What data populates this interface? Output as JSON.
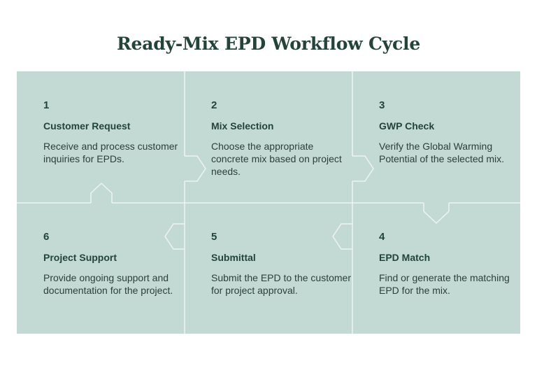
{
  "title": "Ready-Mix EPD Workflow Cycle",
  "steps": [
    {
      "number": "1",
      "name": "Customer Request",
      "description": "Receive and process customer inquiries for EPDs."
    },
    {
      "number": "2",
      "name": "Mix Selection",
      "description": "Choose the appropriate concrete mix based on project needs."
    },
    {
      "number": "3",
      "name": "GWP Check",
      "description": "Verify the Global Warming Potential of the selected mix."
    },
    {
      "number": "4",
      "name": "EPD Match",
      "description": "Find or generate the matching EPD for the mix."
    },
    {
      "number": "5",
      "name": "Submittal",
      "description": "Submit the EPD to the customer for project approval."
    },
    {
      "number": "6",
      "name": "Project Support",
      "description": "Provide ongoing support and documentation for the project."
    }
  ],
  "colors": {
    "tile": "#c3d9d4",
    "divider": "#eef4f2",
    "heading": "#23443a",
    "text": "#2c3f3a"
  }
}
